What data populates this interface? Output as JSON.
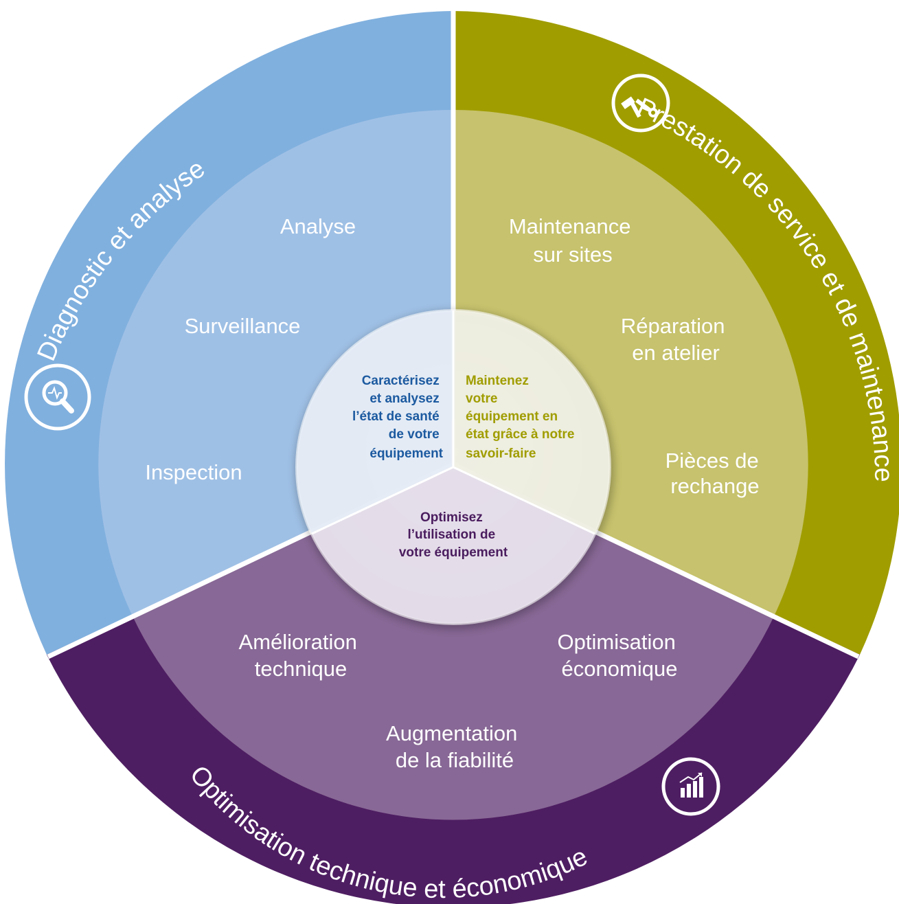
{
  "colors": {
    "blue_outer": "#80b0de",
    "blue_inner": "#9fc0e5",
    "olive_outer": "#a09d00",
    "olive_inner": "#c6c26d",
    "purple_outer": "#4e1e62",
    "purple_inner": "#886896",
    "center_blue_text": "#1c5aa0",
    "center_olive_text": "#a09d00",
    "center_purple_text": "#4a1c5e"
  },
  "sections": {
    "diagnostic": {
      "title": "Diagnostic et analyse",
      "icon": "magnifier-pulse-icon",
      "items": [
        "Analyse",
        "Surveillance",
        "Inspection"
      ],
      "center_lines": [
        "Caractérisez",
        "et analysez",
        "l’état de santé",
        "de votre",
        "équipement"
      ]
    },
    "maintenance": {
      "title": "Prestation de service et de maintenance",
      "icon": "tools-icon",
      "items": [
        [
          "Maintenance",
          "sur sites"
        ],
        [
          "Réparation",
          "en atelier"
        ],
        [
          "Pièces de",
          "rechange"
        ]
      ],
      "center_lines": [
        "Maintenez",
        "votre",
        "équipement en",
        "état grâce à notre",
        "savoir-faire"
      ]
    },
    "optimisation": {
      "title": "Optimisation technique et économique",
      "icon": "growth-chart-icon",
      "items": [
        [
          "Amélioration",
          "technique"
        ],
        [
          "Optimisation",
          "économique"
        ],
        [
          "Augmentation",
          "de la fiabilité"
        ]
      ],
      "center_lines": [
        "Optimisez",
        "l’utilisation de",
        "votre équipement"
      ]
    }
  }
}
